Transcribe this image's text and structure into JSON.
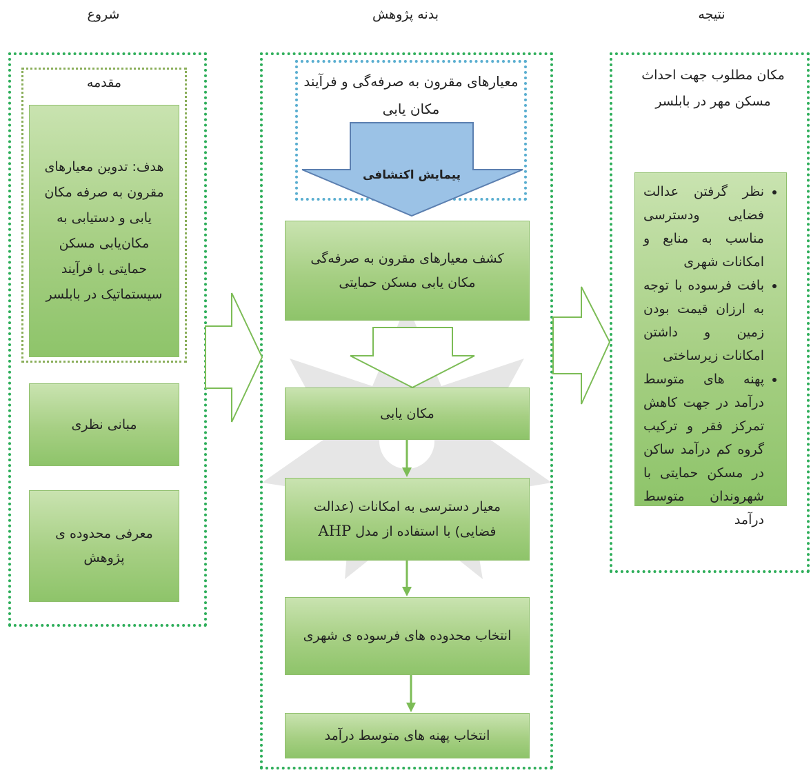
{
  "columns": {
    "start": "شروع",
    "body": "بدنه پژوهش",
    "result": "نتیجه"
  },
  "left": {
    "intro_label": "مقدمه",
    "goal": "هدف: تدوین معیارهای مقرون به صرفه مکان یابی و دستیابی به مکان‌یابی مسکن حمایتی با فرآیند سیستماتیک در بابلسر",
    "theory": "مبانی نظری",
    "area": "معرفی محدوده ی پژوهش"
  },
  "middle": {
    "header": "معیارهای مقرون به صرفه‌گی و فرآیند مکان یابی",
    "survey": "پیمایش اکتشافی",
    "step1": "کشف معیارهای مقرون به صرفه‌گی مکان یابی مسکن حمایتی",
    "step2": "مکان یابی",
    "step3_a": "معیار دسترسی به امکانات (عدالت فضایی) با استفاده از مدل",
    "step3_b": "AHP",
    "step4": "انتخاب محدوده های فرسوده ی شهری",
    "step5": "انتخاب پهنه های متوسط درآمد"
  },
  "right": {
    "header": "مکان مطلوب جهت احداث مسکن مهر در بابلسر",
    "bullets": [
      "نظر گرفتن عدالت فضایی ودسترسی مناسب به منابع و امکانات شهری",
      "بافت فرسوده با توجه به ارزان قیمت بودن زمین و داشتن امکانات زیرساختی",
      "پهنه های متوسط درآمد در جهت کاهش تمرکز فقر و ترکیب گروه کم درآمد ساکن در مسکن حمایتی با شهروندان متوسط درآمد"
    ]
  }
}
